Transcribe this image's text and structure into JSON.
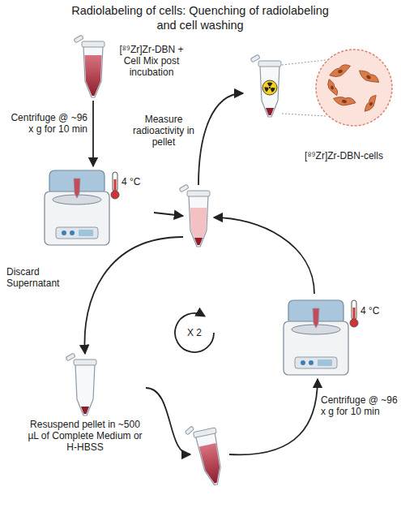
{
  "diagram": {
    "title": "Radiolabeling of cells: Quenching of radiolabeling and cell washing",
    "nodes": [
      {
        "text": [
          "[⁸⁹Zr]Zr-DBN + Cell Mix post incubation"
        ]
      },
      {
        "text": [
          "4 °C"
        ]
      },
      {
        "text": []
      },
      {
        "text": [
          "[⁸⁹Zr]Zr-DBN-cells"
        ]
      },
      {
        "text": [
          "Resuspend pellet in ~500 µL of Complete Medium or H-HBSS"
        ]
      },
      {
        "text": []
      },
      {
        "text": [
          "4 °C"
        ]
      }
    ],
    "edges": [
      {
        "from": 0,
        "to": 1,
        "arrow": "to",
        "label": "Centrifuge @ ~96 x g for 10 min"
      },
      {
        "from": 1,
        "to": 2,
        "arrow": "to"
      },
      {
        "from": 2,
        "to": 3,
        "arrow": "to",
        "label": "Measure radioactivity in pellet"
      },
      {
        "from": 2,
        "to": 4,
        "arrow": "to",
        "label": "Discard Supernatant"
      },
      {
        "from": 4,
        "to": 5,
        "arrow": "to"
      },
      {
        "from": 5,
        "to": 6,
        "arrow": "to",
        "label": "Centrifuge @ ~96 x g for 10 min"
      },
      {
        "from": 6,
        "to": 2,
        "arrow": "to"
      }
    ],
    "labels": [
      "X 2"
    ]
  }
}
